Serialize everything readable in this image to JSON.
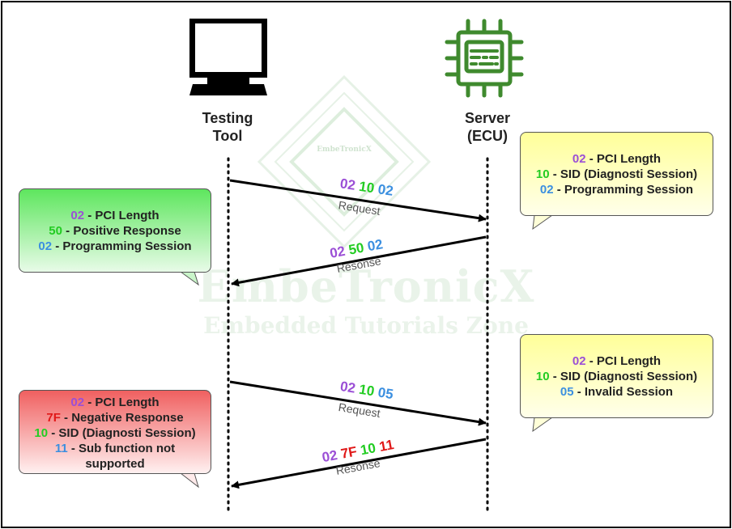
{
  "participants": {
    "client": "Testing\nTool",
    "server": "Server\n(ECU)"
  },
  "watermark": {
    "brand": "EmbeTronicX",
    "tagline": "Embedded Tutorials Zone",
    "logo_text": "EmbeTronicX"
  },
  "exchange1": {
    "request": {
      "bytes": [
        "02",
        "10",
        "02"
      ],
      "label": "Request"
    },
    "response": {
      "bytes": [
        "02",
        "50",
        "02"
      ],
      "label": "Resonse"
    },
    "request_note": [
      {
        "code": "02",
        "text": " - PCI Length"
      },
      {
        "code": "10",
        "text": " - SID (Diagnosti Session)"
      },
      {
        "code": "02",
        "text": " - Programming Session"
      }
    ],
    "response_note": [
      {
        "code": "02",
        "text": " - PCI Length"
      },
      {
        "code": "50",
        "text": " - Positive Response"
      },
      {
        "code": "02",
        "text": " - Programming Session"
      }
    ]
  },
  "exchange2": {
    "request": {
      "bytes": [
        "02",
        "10",
        "05"
      ],
      "label": "Request"
    },
    "response": {
      "bytes": [
        "02",
        "7F",
        "10",
        "11"
      ],
      "label": "Resonse"
    },
    "request_note": [
      {
        "code": "02",
        "text": " - PCI Length"
      },
      {
        "code": "10",
        "text": " - SID (Diagnosti Session)"
      },
      {
        "code": "05",
        "text": " - Invalid Session"
      }
    ],
    "response_note": [
      {
        "code": "02",
        "text": " - PCI Length"
      },
      {
        "code": "7F",
        "text": " - Negative Response"
      },
      {
        "code": "10",
        "text": " - SID (Diagnosti Session)"
      },
      {
        "code": "11",
        "text": " - Sub function not supported"
      }
    ]
  },
  "colors": {
    "pci": "#9b4fd6",
    "sid": "#22cc22",
    "sub": "#3b8fe0",
    "negative": "#e01818",
    "ecu_icon": "#3f8a2e",
    "green_note_top": "#5ee65e",
    "red_note_top": "#f06060",
    "yellow_note_top": "#ffff99"
  }
}
